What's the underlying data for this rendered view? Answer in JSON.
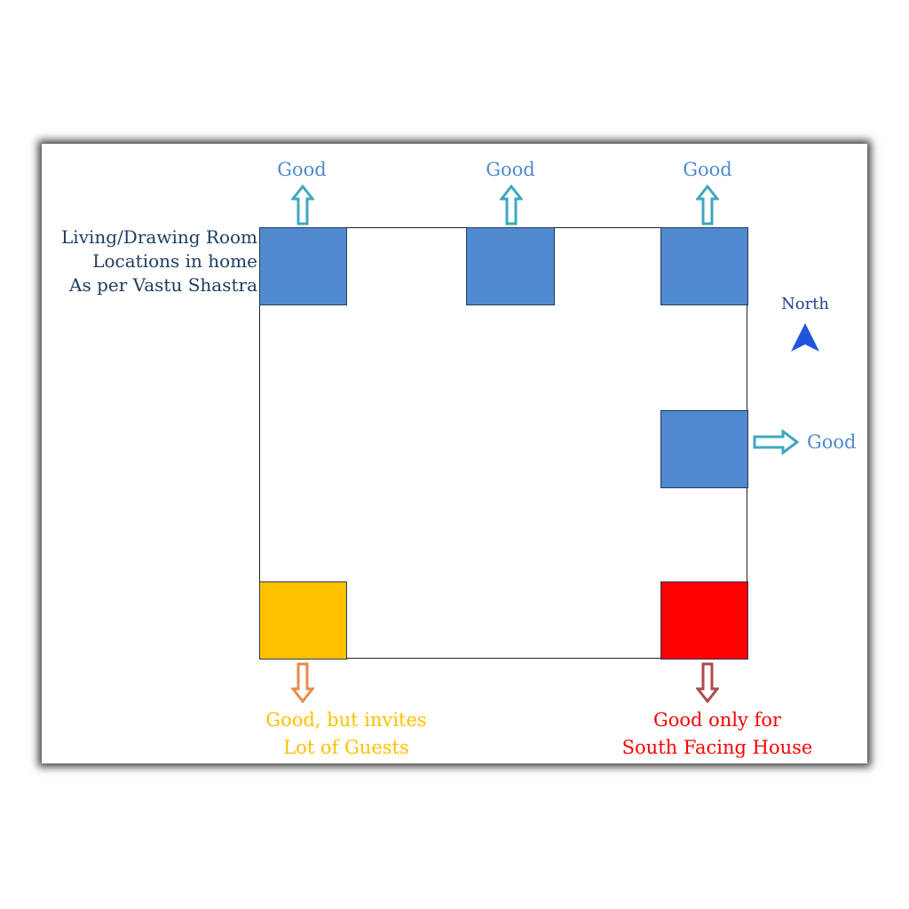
{
  "title_lines": [
    "Living/Drawing Room",
    "Locations in home",
    "As per Vastu Shastra"
  ],
  "compass": {
    "label": "North",
    "color": "#2255dd"
  },
  "colors": {
    "good": "#4f8ad0",
    "good_text": "#4f8ad0",
    "arrow_outline": "#3fa7bf",
    "guests": "#ffc000",
    "guests_text": "#ffc000",
    "guests_arrow": "#e88b4a",
    "south": "#ff0000",
    "south_arrow": "#b04a4a"
  },
  "labels": {
    "top_left": "Good",
    "top_center": "Good",
    "top_right": "Good",
    "east": "Good",
    "bottom_left": [
      "Good, but invites",
      "Lot of Guests"
    ],
    "bottom_right": [
      "Good only for",
      "South Facing House"
    ]
  }
}
